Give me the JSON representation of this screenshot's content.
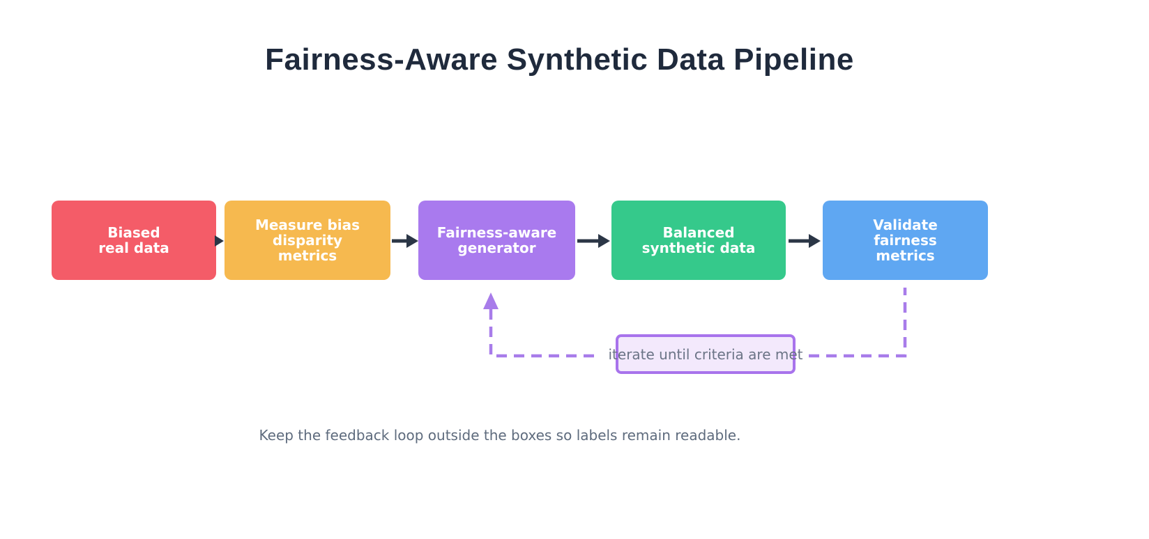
{
  "title": "Fairness-Aware Synthetic Data Pipeline",
  "pipeline": {
    "nodes": [
      {
        "id": "biased-real-data",
        "label": "Biased\nreal data",
        "color": "#F45C68"
      },
      {
        "id": "measure-bias-metrics",
        "label": "Measure bias\ndisparity\nmetrics",
        "color": "#F6B94F"
      },
      {
        "id": "fairness-aware-generator",
        "label": "Fairness-aware\ngenerator",
        "color": "#A97AEE"
      },
      {
        "id": "balanced-synthetic-data",
        "label": "Balanced\nsynthetic data",
        "color": "#35C98B"
      },
      {
        "id": "validate-fairness-metrics",
        "label": "Validate\nfairness\nmetrics",
        "color": "#5FA7F2"
      }
    ],
    "arrow_color": "#2B3646"
  },
  "feedback_loop": {
    "label": "iterate until criteria are met",
    "line_color": "#A87CEA",
    "label_box_fill": "#F3E9FC",
    "label_box_border": "#A873EC",
    "label_text_color": "#6B7486"
  },
  "caption": "Keep the feedback loop outside the boxes so labels remain readable."
}
